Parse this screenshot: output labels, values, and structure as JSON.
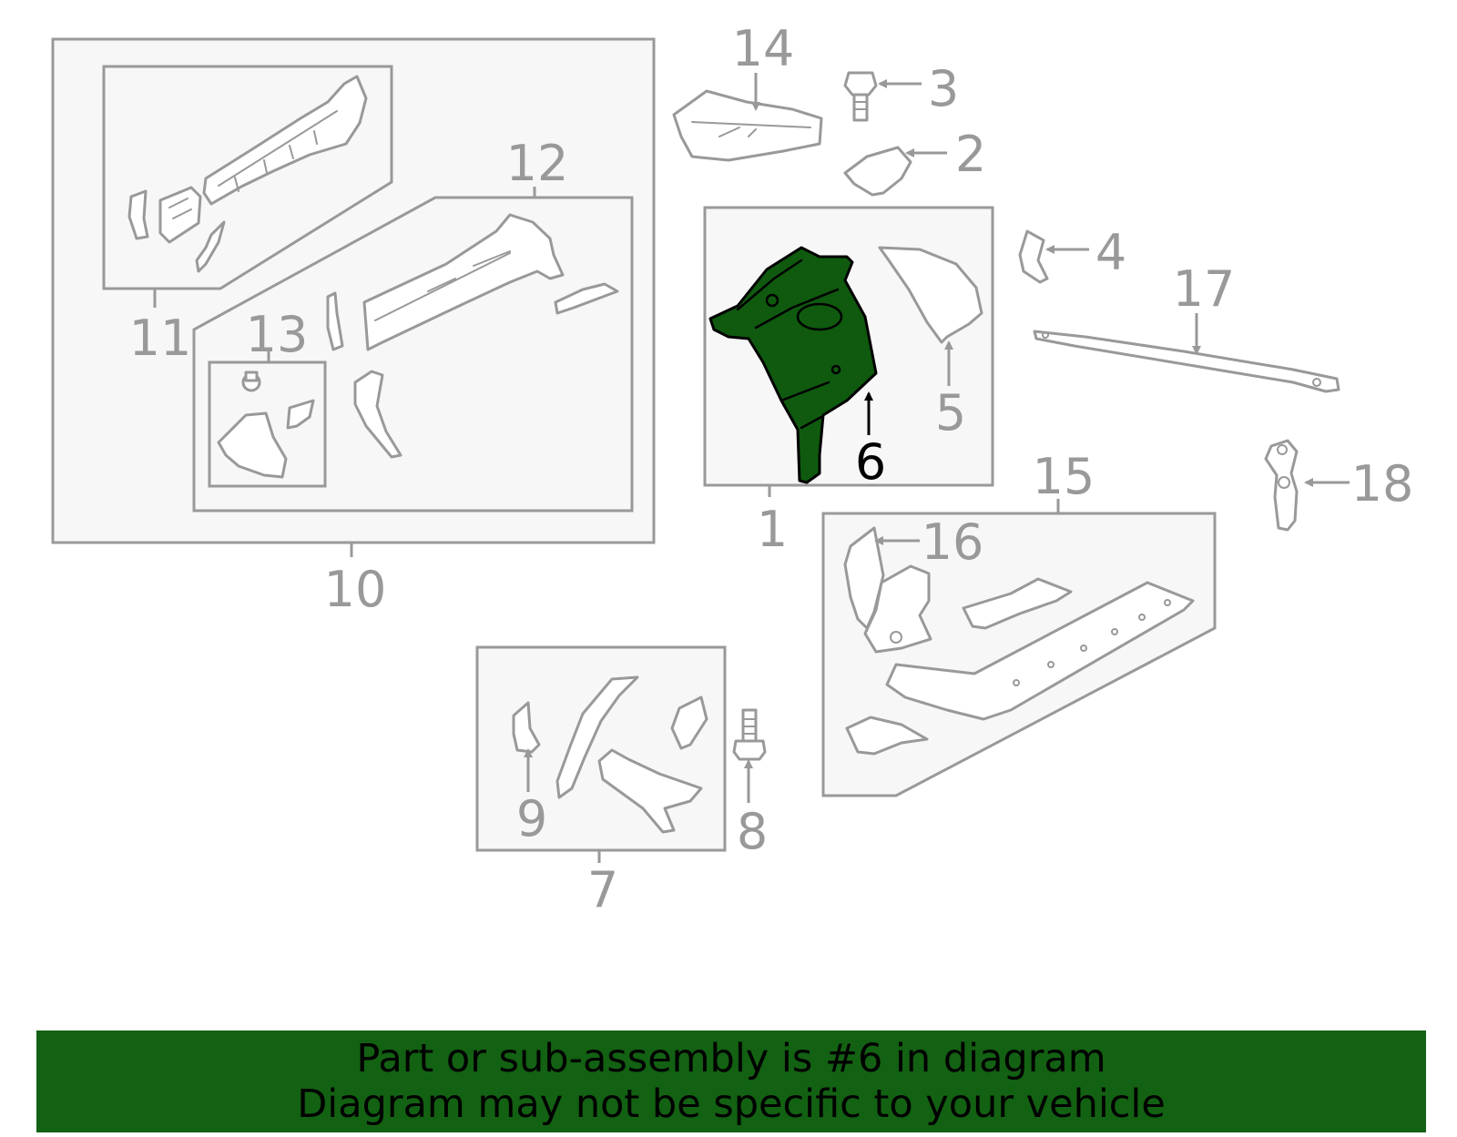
{
  "diagram": {
    "highlighted_part": "6",
    "highlight_color": "#0f5a0f",
    "callout_color": "#999999",
    "callouts": {
      "c1": "1",
      "c2": "2",
      "c3": "3",
      "c4": "4",
      "c5": "5",
      "c6": "6",
      "c7": "7",
      "c8": "8",
      "c9": "9",
      "c10": "10",
      "c11": "11",
      "c12": "12",
      "c13": "13",
      "c14": "14",
      "c15": "15",
      "c16": "16",
      "c17": "17",
      "c18": "18"
    }
  },
  "banner": {
    "line1": "Part or sub-assembly is #6 in diagram",
    "line2": "Diagram may not be specific to your vehicle",
    "background": "#136113"
  }
}
